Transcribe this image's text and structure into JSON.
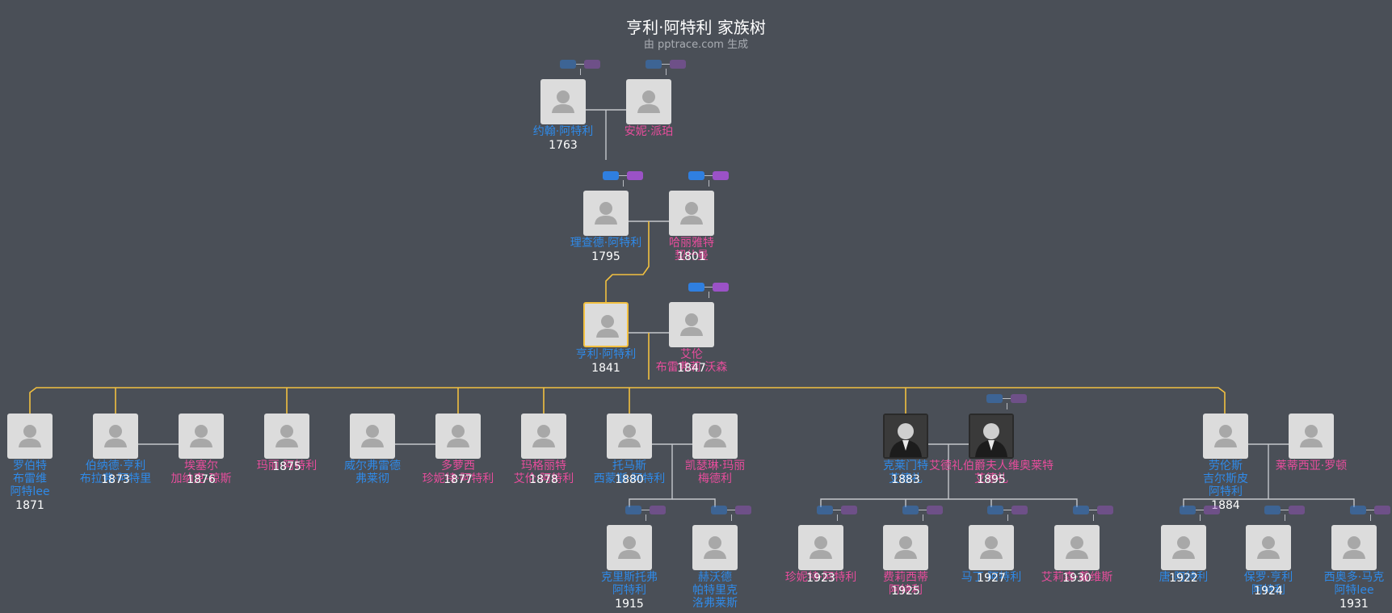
{
  "header": {
    "title": "亨利·阿特利 家族树",
    "subtitle": "由 pptrace.com 生成"
  },
  "colors": {
    "background": "#4a4f57",
    "male_name": "#2f8ae8",
    "female_name": "#e74d9c",
    "ancestor_line": "#f2c040",
    "family_line": "#c4c7cc",
    "pill_blue": "#2f7fe0",
    "pill_purple": "#9b52c6"
  },
  "people": [
    {
      "id": "john",
      "name": "约翰·阿特利",
      "year": "1763",
      "gender": "male"
    },
    {
      "id": "anne",
      "name": "安妮·派珀",
      "year": "",
      "gender": "female"
    },
    {
      "id": "richard",
      "name": "理查德·阿特利",
      "year": "1795",
      "gender": "male"
    },
    {
      "id": "harriet",
      "name": "哈丽雅特\n契什曼",
      "year": "1801",
      "gender": "female"
    },
    {
      "id": "henry",
      "name": "亨利·阿特利",
      "year": "1841",
      "gender": "male",
      "focus": true
    },
    {
      "id": "ellen",
      "name": "艾伦\n布雷弗莉·沃森",
      "year": "1847",
      "gender": "female"
    },
    {
      "id": "robert",
      "name": "罗伯特\n布雷维\n阿特lee",
      "year": "1871",
      "gender": "male"
    },
    {
      "id": "bernard",
      "name": "伯纳德·亨利\n布拉弗·阿特里",
      "year": "1873",
      "gender": "male"
    },
    {
      "id": "esther",
      "name": "埃塞尔\n加纳克-琼斯",
      "year": "1876",
      "gender": "female"
    },
    {
      "id": "mary",
      "name": "玛丽·阿特利",
      "year": "1875",
      "gender": "female"
    },
    {
      "id": "wilfred",
      "name": "威尔弗雷德\n弗莱彻",
      "year": "",
      "gender": "male"
    },
    {
      "id": "dorothy",
      "name": "多萝西\n珍妮特·阿特利",
      "year": "1877",
      "gender": "female"
    },
    {
      "id": "margaret",
      "name": "玛格丽特\n艾伦·阿特利",
      "year": "1878",
      "gender": "female"
    },
    {
      "id": "thomas",
      "name": "托马斯\n西蒙斯·阿特利",
      "year": "1880",
      "gender": "male"
    },
    {
      "id": "kathleen",
      "name": "凯瑟琳·玛丽\n梅德利",
      "year": "",
      "gender": "female"
    },
    {
      "id": "clement",
      "name": "克莱门特\n艾德礼",
      "year": "1883",
      "gender": "male",
      "photo": true
    },
    {
      "id": "violet",
      "name": "艾德礼伯爵夫人维奥莱特\n艾德礼",
      "year": "1895",
      "gender": "female",
      "photo": true
    },
    {
      "id": "laurence",
      "name": "劳伦斯\n吉尔斯皮\n阿特利",
      "year": "1884",
      "gender": "male"
    },
    {
      "id": "lettice",
      "name": "莱蒂西亚·罗顿",
      "year": "",
      "gender": "female"
    },
    {
      "id": "christopher",
      "name": "克里斯托弗\n阿特利",
      "year": "1915",
      "gender": "male"
    },
    {
      "id": "howard",
      "name": "赫沃德\n帕特里克\n洛弗莱斯",
      "year": "",
      "gender": "male"
    },
    {
      "id": "janet",
      "name": "珍妮特·阿特利",
      "year": "1923",
      "gender": "female"
    },
    {
      "id": "felicity",
      "name": "费莉西蒂\n阿特利",
      "year": "1925",
      "gender": "female"
    },
    {
      "id": "martin",
      "name": "马丁·阿特利",
      "year": "1927",
      "gender": "male"
    },
    {
      "id": "alison",
      "name": "艾莉森·戴维斯",
      "year": "1930",
      "gender": "female"
    },
    {
      "id": "don",
      "name": "唐·阿特利",
      "year": "1922",
      "gender": "male"
    },
    {
      "id": "paul",
      "name": "保罗·亨利\n阿特利",
      "year": "1924",
      "gender": "male"
    },
    {
      "id": "theodore",
      "name": "西奥多·马克\n阿特lee",
      "year": "1931",
      "gender": "male"
    }
  ]
}
